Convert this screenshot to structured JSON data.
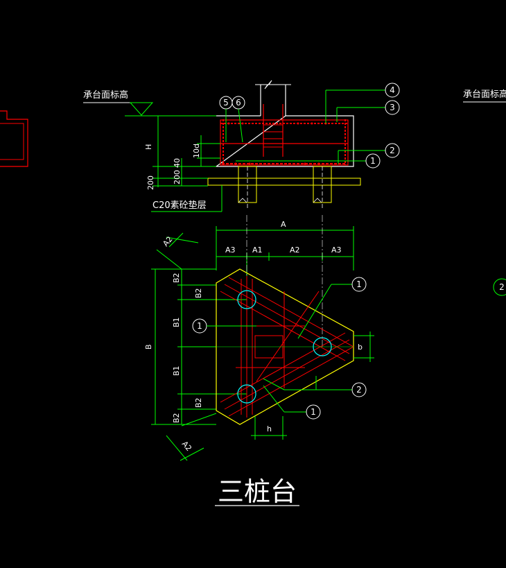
{
  "labels": {
    "cap_top_elev_left": "承台面标高",
    "cap_top_elev_right": "承台面标高",
    "cushion": "C20素砼垫层",
    "title": "三桩台",
    "H": "H",
    "d10": "10d",
    "d40": "40",
    "h200a": "200",
    "h200b": "200",
    "A": "A",
    "A3_left": "A3",
    "A1": "A1",
    "A2": "A2",
    "A3_right": "A3",
    "A2_diag_top": "A2",
    "A2_diag_bottom": "A2",
    "B": "B",
    "B2_top_outer": "B2",
    "B2_top_inner": "B2",
    "B1_upper": "B1",
    "B1_lower": "B1",
    "B2_bot_inner": "B2",
    "B2_bot_outer": "B2",
    "b": "b",
    "h": "h"
  },
  "callouts": {
    "n4": "4",
    "n3": "3",
    "n2_section": "2",
    "n1_section": "1",
    "n5": "5",
    "n6": "6",
    "n1_plan_top": "1",
    "n1_plan_left": "1",
    "n2_plan": "2",
    "n1_plan_bottom": "1",
    "n2_edge": "2"
  },
  "colors": {
    "background": "#000000",
    "dimension": "#00ff00",
    "outline": "#ffff00",
    "rebar": "#ff0000",
    "pile": "#00ffff",
    "text": "#ffffff"
  }
}
